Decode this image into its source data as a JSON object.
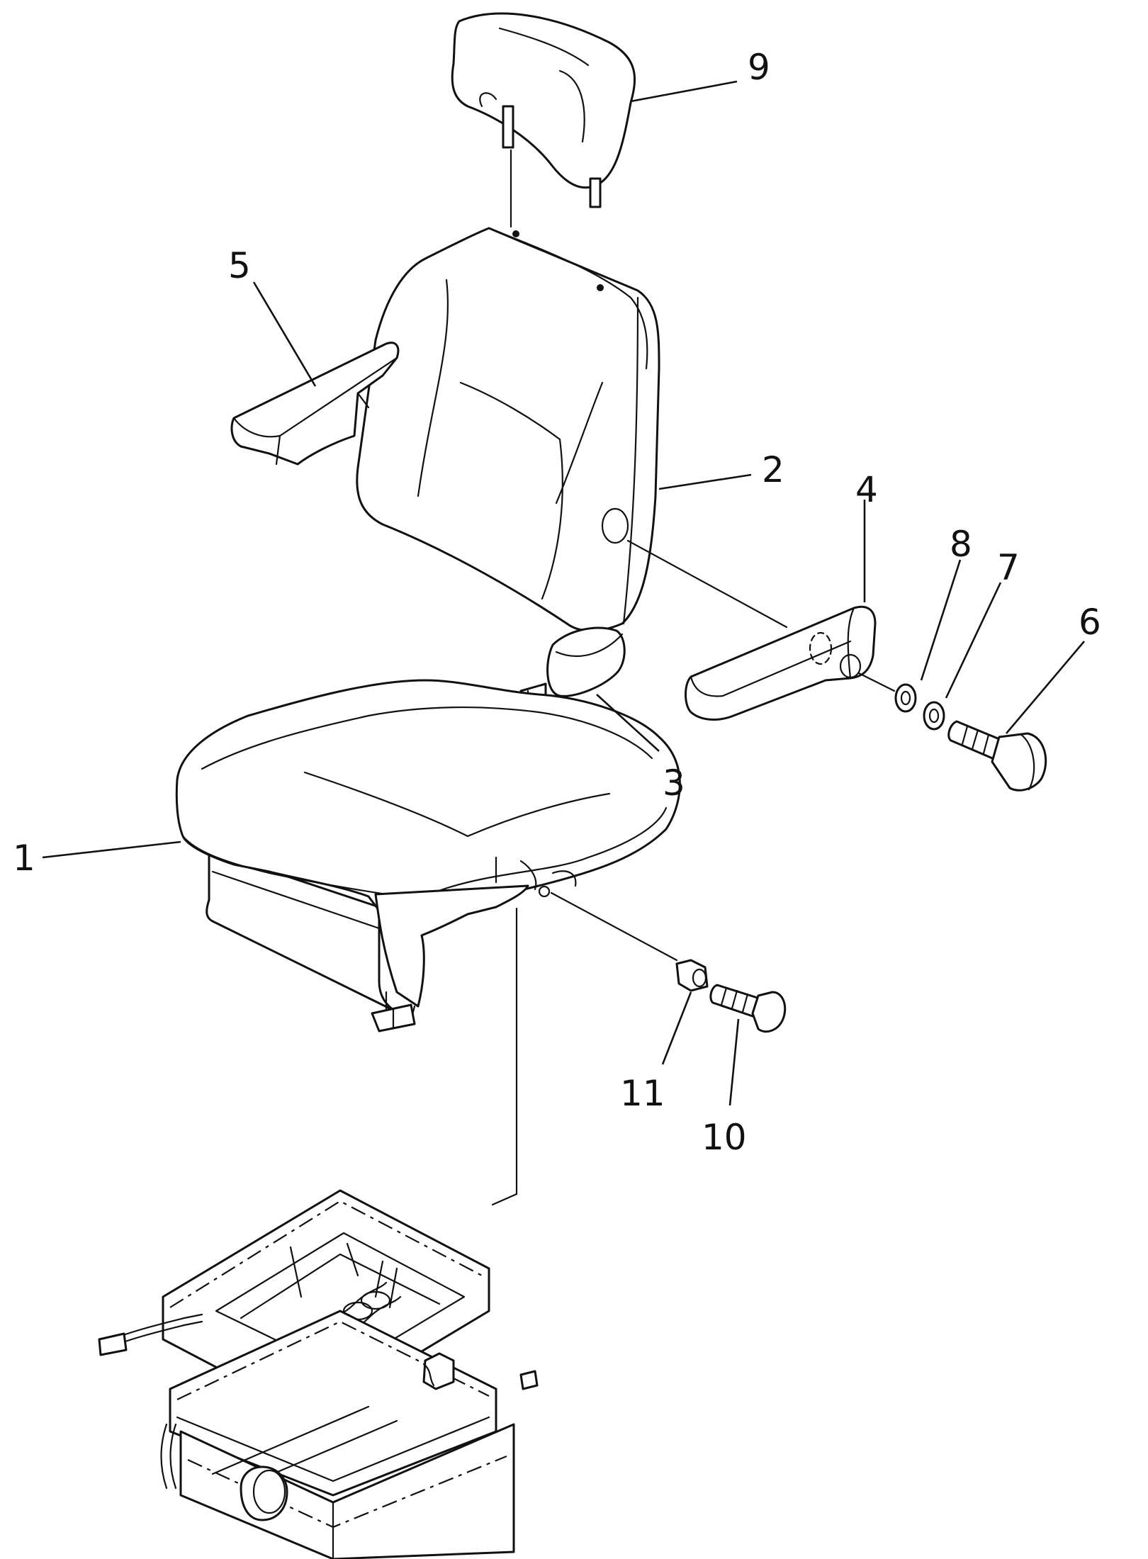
{
  "diagram": {
    "type": "exploded parts diagram",
    "subject": "operator seat assembly",
    "callouts": [
      {
        "id": "1",
        "text": "1"
      },
      {
        "id": "2",
        "text": "2"
      },
      {
        "id": "3",
        "text": "3"
      },
      {
        "id": "4",
        "text": "4"
      },
      {
        "id": "5",
        "text": "5"
      },
      {
        "id": "6",
        "text": "6"
      },
      {
        "id": "7",
        "text": "7"
      },
      {
        "id": "8",
        "text": "8"
      },
      {
        "id": "9",
        "text": "9"
      },
      {
        "id": "10",
        "text": "10"
      },
      {
        "id": "11",
        "text": "11"
      }
    ]
  }
}
